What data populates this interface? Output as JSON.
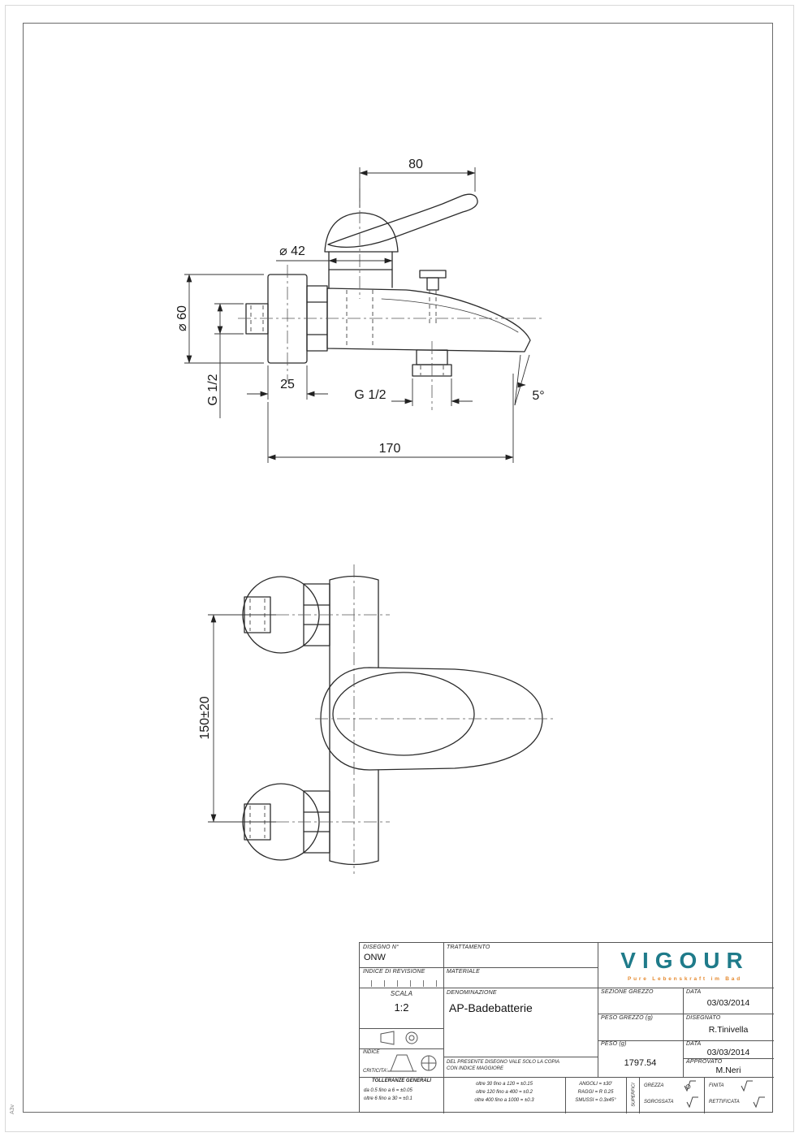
{
  "sheet": {
    "format": "A3v"
  },
  "dims": {
    "d80": "80",
    "d42": "⌀ 42",
    "d60": "⌀ 60",
    "d25": "25",
    "g12_side": "G 1/2",
    "g12_bottom": "G 1/2",
    "angle5": "5°",
    "d170": "170",
    "d150": "150±20"
  },
  "titleblock": {
    "disegno_label": "DISEGNO N°",
    "disegno_value": "ONW",
    "indice_revisione_label": "INDICE DI REVISIONE",
    "trattamento_label": "TRATTAMENTO",
    "materiale_label": "MATERIALE",
    "scala_label": "SCALA",
    "scala_value": "1:2",
    "denominazione_label": "DENOMINAZIONE",
    "denominazione_value": "AP-Badebatterie",
    "sezione_grezzo_label": "SEZIONE GREZZO",
    "peso_grezzo_label": "PESO GREZZO (g)",
    "peso_label": "PESO (g)",
    "peso_value": "1797.54",
    "data1_label": "DATA",
    "data1_value": "03/03/2014",
    "disegnato_label": "DISEGNATO",
    "disegnato_value": "R.Tinivella",
    "data2_label": "DATA",
    "data2_value": "03/03/2014",
    "approvato_label": "APPROVATO",
    "approvato_value": "M.Neri",
    "indice_label": "INDICE",
    "criticita_label": "CRITICITA'",
    "note_line1": "DEL PRESENTE DISEGNO VALE SOLO LA COPIA",
    "note_line2": "CON INDICE MAGGIORE",
    "brand": {
      "name": "VIGOUR",
      "tagline": "Pure Lebenskraft im Bad",
      "brand_color": "#1f7b8a",
      "tagline_color": "#e5892e"
    },
    "tolleranze_title": "TOLLERANZE GENERALI",
    "tol_col1": [
      "da 0.5 fino a 6 = ±0.05",
      "oltre 6 fino a 30 = ±0.1"
    ],
    "tol_col2": [
      "oltre 30 fino a 120 = ±0.15",
      "oltre 120 fino a 400 = ±0.2",
      "oltre 400 fino a 1000 = ±0.3"
    ],
    "tol_col3": [
      "ANGOLI = ±30'",
      "RAGGI = R 0.25",
      "SMUSSI = 0.3x45°"
    ],
    "superfici_label": "SUPERFICI",
    "superfici": [
      "GREZZA",
      "SGROSSATA",
      "FINITA",
      "RETTIFICATA"
    ]
  }
}
